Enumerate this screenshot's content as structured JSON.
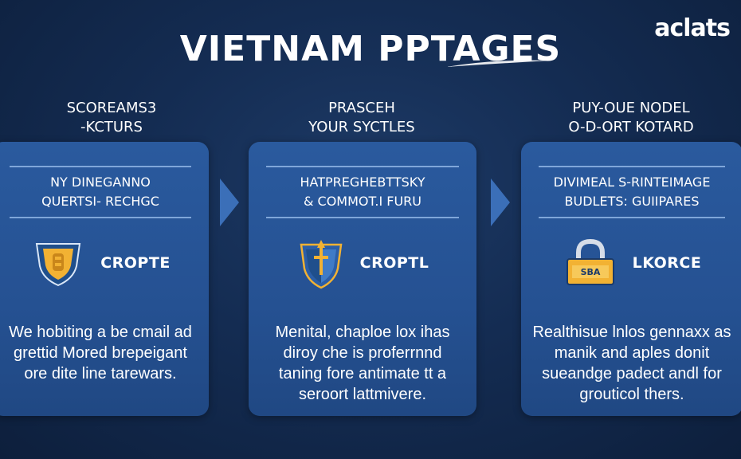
{
  "header": {
    "title": "VIETNAM PPTAGES",
    "logo": "aclats"
  },
  "steps": [
    {
      "heading_lines": [
        "SCOREAMS3",
        "-KCTURS"
      ],
      "card_header_lines": [
        "NY DINEGANNO",
        "QUERTSI- RECHGC"
      ],
      "badge_label": "CROPTE",
      "icon": "shield-icon",
      "body_lines": [
        "We hobiting a be cmail ad",
        "grettid Mored brepeigant",
        "ore dite line tarewars."
      ]
    },
    {
      "heading_lines": [
        "PRASCEH",
        "YOUR SYCTLES"
      ],
      "card_header_lines": [
        "HATPREGHEBTTSKY",
        "& COMMOT.I FURU"
      ],
      "badge_label": "CROPTL",
      "icon": "crest-icon",
      "body_lines": [
        "Menital, chaploe lox ihas",
        "diroy che is proferrnnd",
        "taning fore antimate tt a",
        "seroort lattmivere."
      ]
    },
    {
      "heading_lines": [
        "PUY-OUE NODEL",
        "O-D-ORT KOTARD"
      ],
      "card_header_lines": [
        "DIVIMEAL S-RINTEIMAGE",
        "BUDLETS: GUIIPARES"
      ],
      "badge_label": "LKORCE",
      "lock_text": "SBA",
      "icon": "lock-icon",
      "body_lines": [
        "Realthisue lnlos gennaxx as",
        "manik and aples donit",
        "sueandge padect andl for",
        "grouticol thers."
      ]
    }
  ],
  "colors": {
    "background": "#142c52",
    "card": "#255192",
    "divider": "#7fa6d9",
    "arrow": "#3b6fb8",
    "shield_gold": "#f2b233",
    "shield_blue": "#1f4f8c"
  }
}
